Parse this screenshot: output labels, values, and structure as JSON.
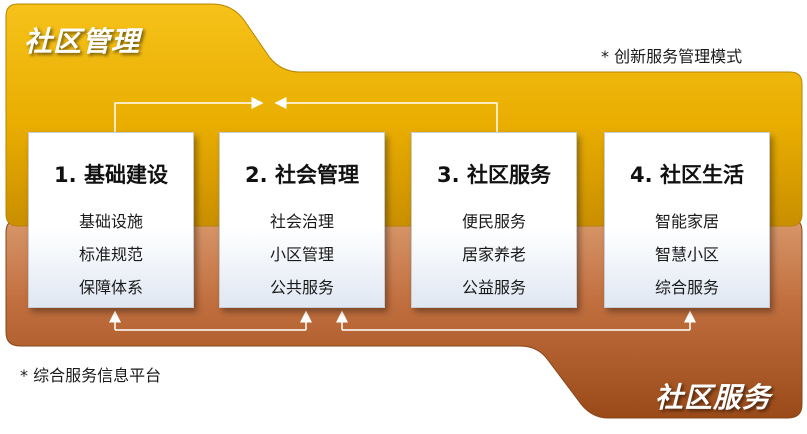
{
  "top_band": {
    "title": "社区管理",
    "note": "* 创新服务管理模式",
    "color": "#e3a800"
  },
  "bottom_band": {
    "title": "社区服务",
    "note": "* 综合服务信息平台",
    "color": "#b8632e"
  },
  "cards": [
    {
      "title": "1. 基础建设",
      "items": [
        "基础设施",
        "标准规范",
        "保障体系"
      ]
    },
    {
      "title": "2. 社会管理",
      "items": [
        "社会治理",
        "小区管理",
        "公共服务"
      ]
    },
    {
      "title": "3. 社区服务",
      "items": [
        "便民服务",
        "居家养老",
        "公益服务"
      ]
    },
    {
      "title": "4. 社区生活",
      "items": [
        "智能家居",
        "智慧小区",
        "综合服务"
      ]
    }
  ]
}
